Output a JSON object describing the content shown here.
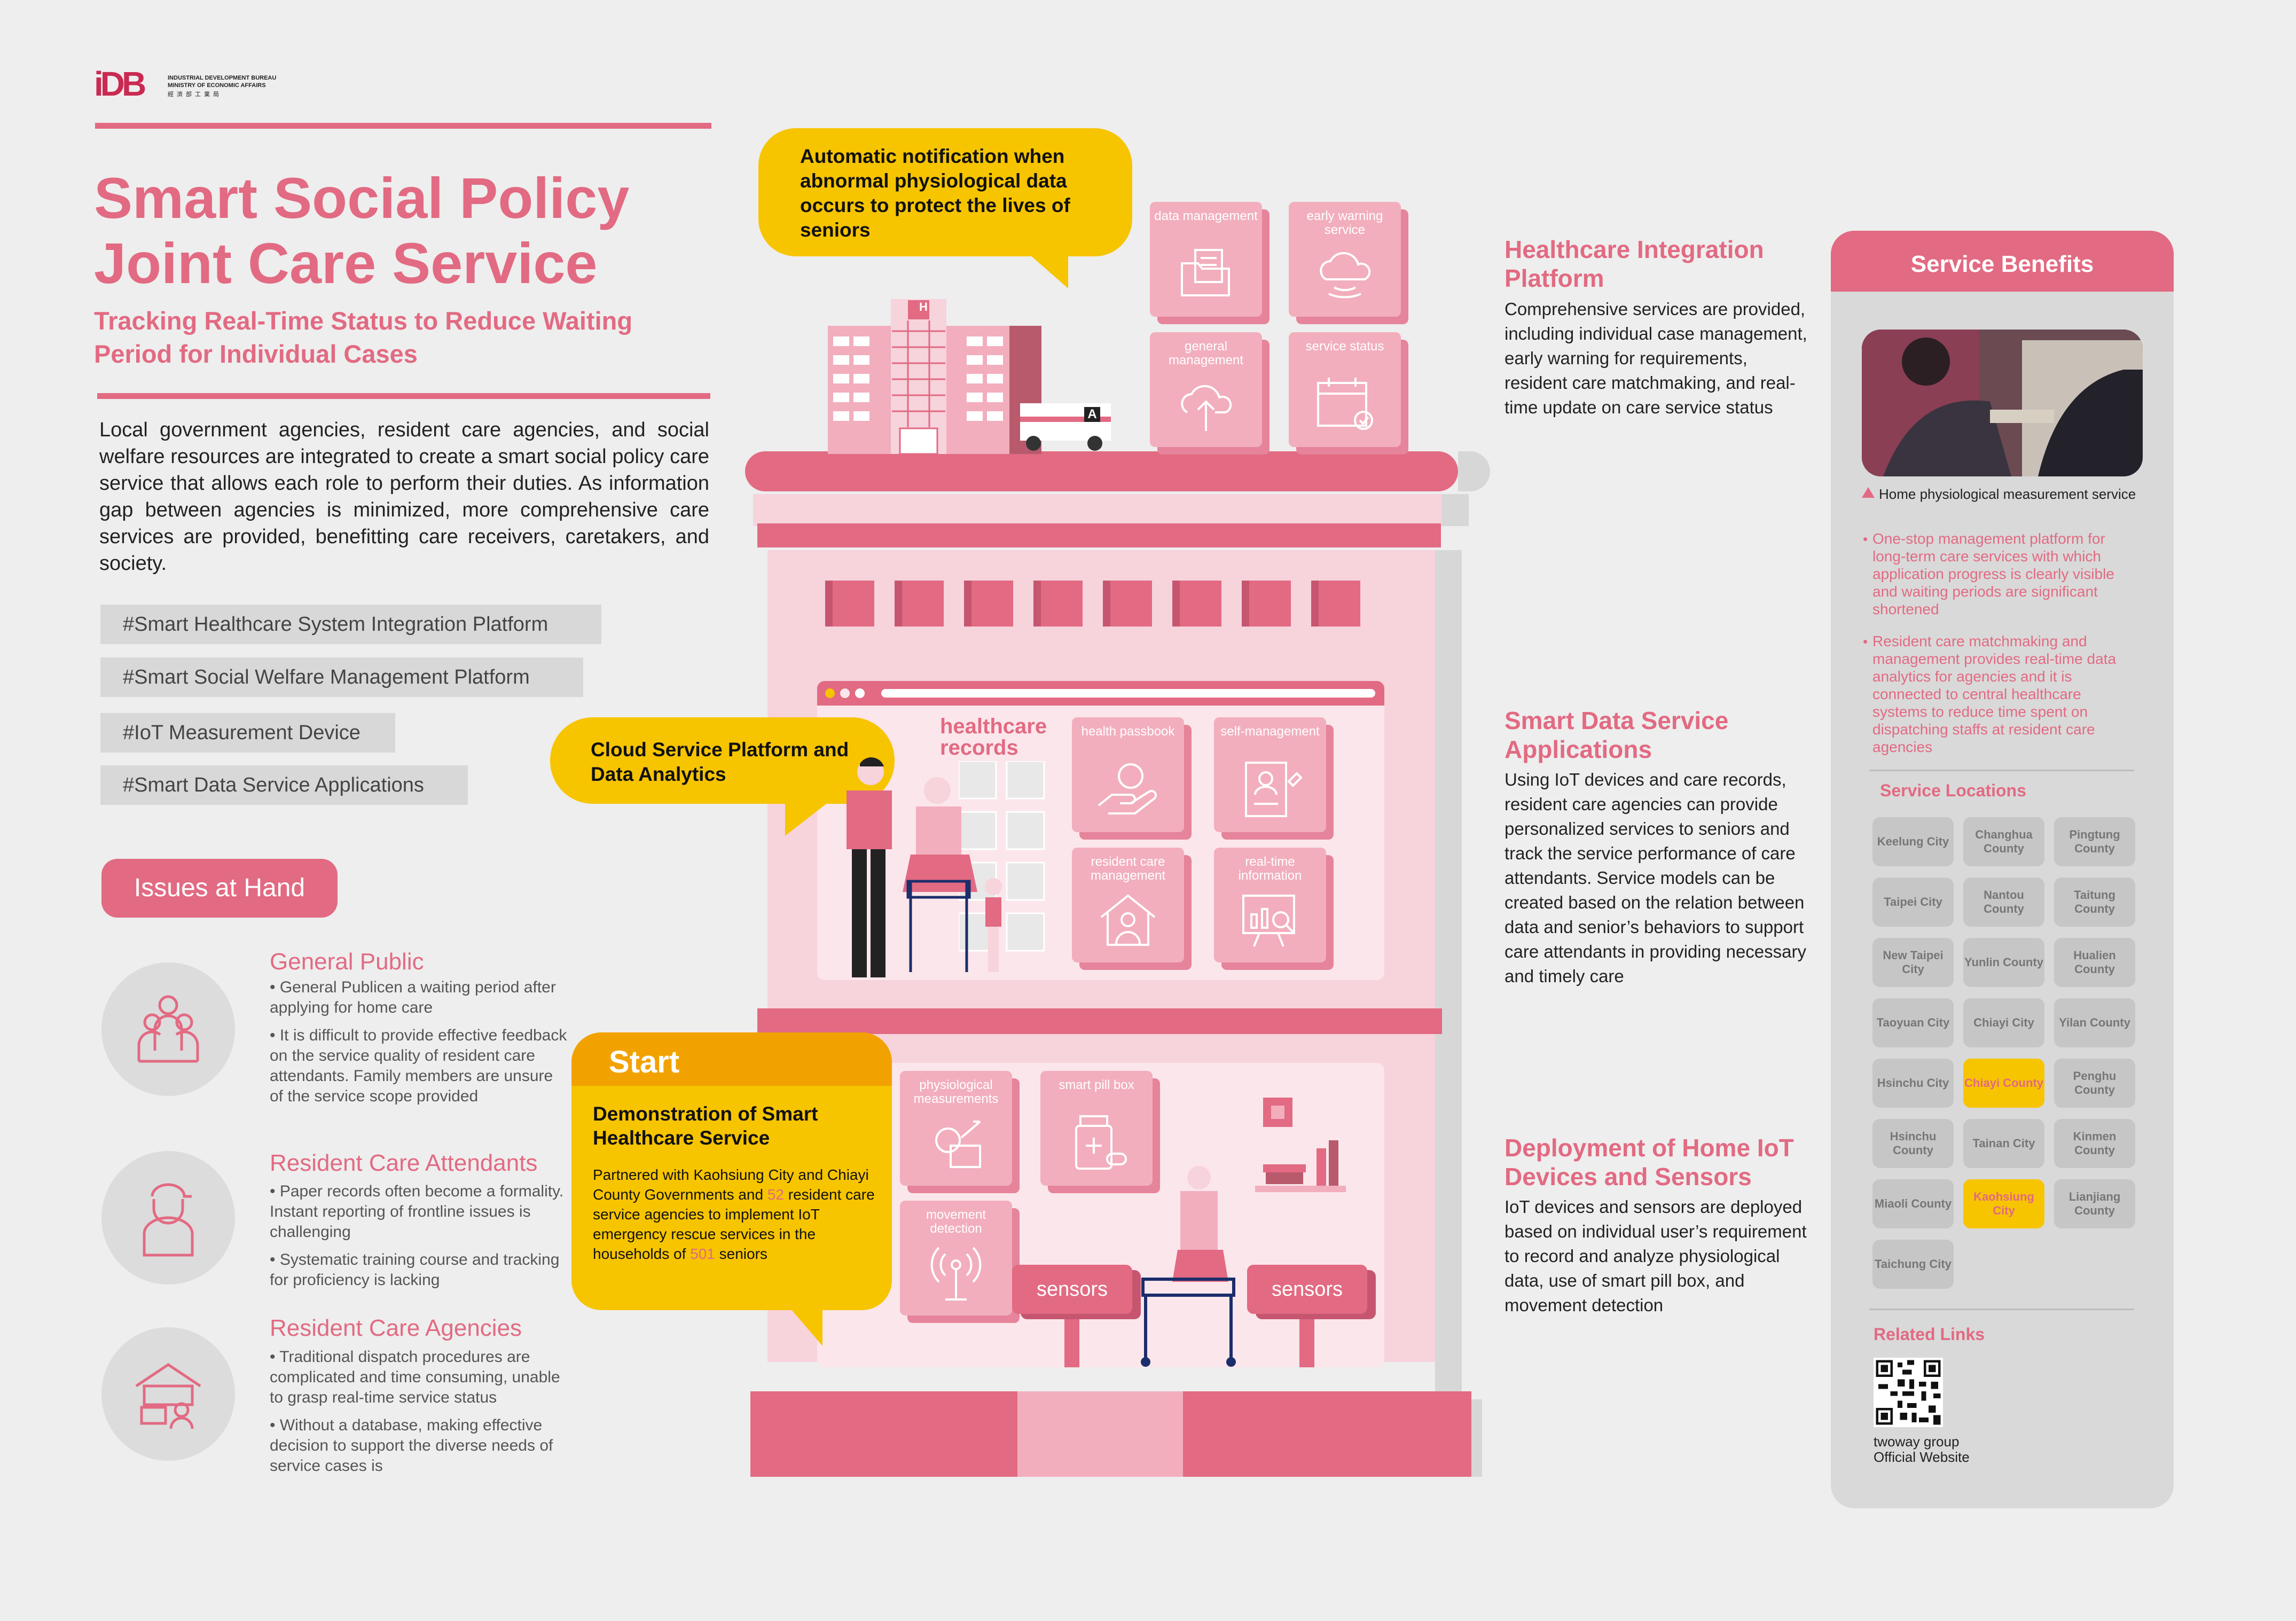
{
  "logo": {
    "mark": "iDB",
    "line1": "INDUSTRIAL DEVELOPMENT BUREAU",
    "line2": "MINISTRY OF ECONOMIC AFFAIRS",
    "line3": "經濟部工業局"
  },
  "header": {
    "title_line1": "Smart Social Policy",
    "title_line2": "Joint Care Service",
    "subtitle_line1": "Tracking Real-Time Status to Reduce Waiting",
    "subtitle_line2": "Period for Individual Cases"
  },
  "intro": "Local government agencies, resident care agencies, and social welfare resources are integrated to create a smart social policy care service that allows each role to perform their duties. As information gap between agencies is minimized, more comprehensive care services are provided, benefitting care receivers, caretakers, and society.",
  "tags": [
    "#Smart Healthcare System Integration Platform",
    "#Smart Social Welfare Management Platform",
    "#IoT Measurement Device",
    "#Smart Data Service Applications"
  ],
  "issues": {
    "title": "Issues at Hand",
    "groups": [
      {
        "heading": "General Public",
        "points": [
          "General Publicen a waiting period after applying for home care",
          "It is difficult to provide effective feedback on the service quality of resident care attendants. Family members are unsure of the service scope provided"
        ]
      },
      {
        "heading": "Resident Care Attendants",
        "points": [
          "Paper records often become a formality. Instant reporting of frontline issues is challenging",
          "Systematic training course and tracking for proficiency is lacking"
        ]
      },
      {
        "heading": "Resident Care Agencies",
        "points": [
          "Traditional dispatch procedures are complicated and time consuming, unable to grasp real-time service status",
          "Without a database, making effective decision to support the diverse needs of service cases is"
        ]
      }
    ]
  },
  "building": {
    "bubble_top": "Automatic notification when abnormal physiological data occurs to protect the lives of seniors",
    "bubble_cloud": "Cloud Service Platform and Data Analytics",
    "start": {
      "label": "Start",
      "heading": "Demonstration of Smart Healthcare Service",
      "body_before": "Partnered with Kaohsiung City and Chiayi County Governments and ",
      "num1": "52",
      "body_mid": " resident care service agencies to implement IoT emergency rescue services in the households of ",
      "num2": "501",
      "body_after": " seniors"
    },
    "hospital_sign": "H",
    "ambulance_sign": "A",
    "roof_tiles": [
      "data management",
      "early warning service",
      "general management",
      "service status"
    ],
    "records_title": "healthcare records",
    "mid_tiles": [
      "health passbook",
      "self-management",
      "resident care management",
      "real-time information"
    ],
    "low_tiles": [
      "physiological measurements",
      "smart pill box",
      "movement detection"
    ],
    "sensors": [
      "sensors",
      "sensors"
    ]
  },
  "sections": [
    {
      "heading": "Healthcare Integration Platform",
      "body": "Comprehensive services are provided, including individual case management, early warning for requirements, resident care matchmaking, and real-time update on care service status"
    },
    {
      "heading": "Smart Data Service Applications",
      "body": "Using IoT devices and care records, resident care agencies can provide personalized services to seniors and track the service performance of care attendants. Service models can be created based on the relation between data and senior’s behaviors to support care attendants in providing necessary and timely care"
    },
    {
      "heading": "Deployment of Home IoT Devices and Sensors",
      "body": "IoT devices and sensors are deployed based on individual user’s requirement to record and analyze physiological data, use of smart pill box, and movement detection"
    }
  ],
  "benefits": {
    "title": "Service Benefits",
    "photo_caption": "Home physiological measurement service",
    "points": [
      "One-stop management platform for long-term care services with which application progress is clearly visible and waiting periods are significant shortened",
      "Resident care matchmaking and management provides real-time data analytics for agencies and it is connected to central healthcare systems to reduce time spent on dispatching staffs at resident care agencies"
    ],
    "locations_title": "Service Locations",
    "locations": [
      "Keelung City",
      "Changhua County",
      "Pingtung County",
      "Taipei City",
      "Nantou County",
      "Taitung County",
      "New Taipei City",
      "Yunlin County",
      "Hualien County",
      "Taoyuan City",
      "Chiayi City",
      "Yilan County",
      "Hsinchu City",
      "Chiayi County",
      "Penghu County",
      "Hsinchu County",
      "Tainan City",
      "Kinmen County",
      "Miaoli County",
      "Kaohsiung City",
      "Lianjiang County",
      "Taichung City"
    ],
    "highlighted": [
      "Chiayi County",
      "Kaohsiung City"
    ],
    "links_title": "Related Links",
    "link_line1": "twoway group",
    "link_line2": "Official Website"
  },
  "colors": {
    "accent": "#e26a82",
    "accent_dark": "#c65670",
    "tile": "#f2aebd",
    "yellow": "#f7c400",
    "panel": "#d9d9d9"
  }
}
